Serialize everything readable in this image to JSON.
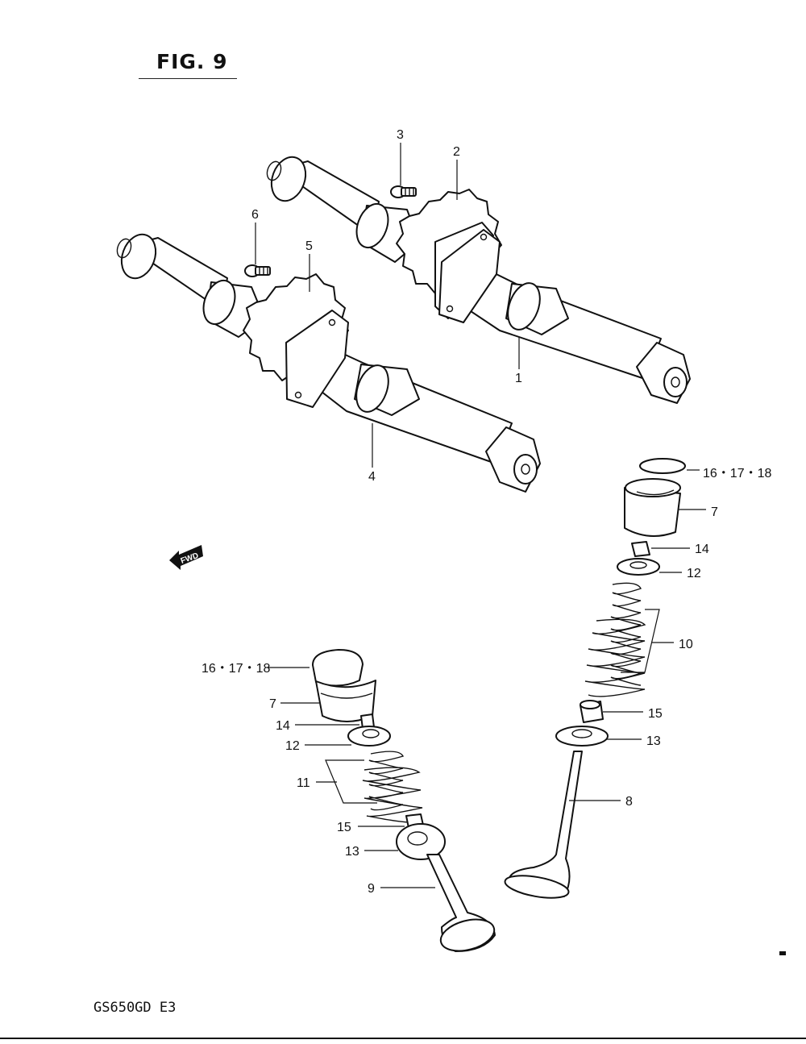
{
  "figure": {
    "title": "FIG. 9",
    "model_code": "GS650GD  E3"
  },
  "fwd_badge": {
    "text": "FWD"
  },
  "callouts": {
    "c1": "1",
    "c2": "2",
    "c3": "3",
    "c4": "4",
    "c5": "5",
    "c6": "6",
    "c7a": "7",
    "c7b": "7",
    "c8": "8",
    "c9": "9",
    "c10": "10",
    "c11": "11",
    "c12a": "12",
    "c12b": "12",
    "c13a": "13",
    "c13b": "13",
    "c14a": "14",
    "c14b": "14",
    "c15a": "15",
    "c15b": "15",
    "c16a": "16・17・18",
    "c16b": "16・17・18"
  }
}
